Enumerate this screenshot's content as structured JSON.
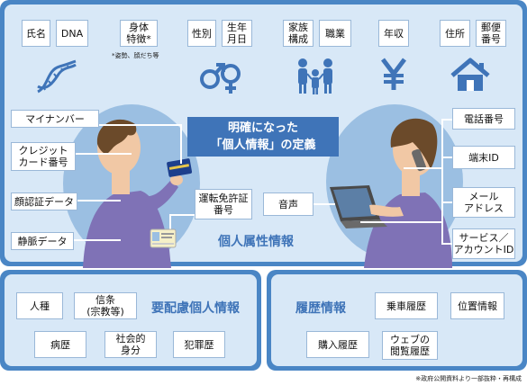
{
  "top_labels": [
    "氏名",
    "DNA",
    "身体\n特徴*",
    "性別",
    "生年\n月日",
    "家族\n構成",
    "職業",
    "年収",
    "住所",
    "郵便\n番号"
  ],
  "top_note": "*姿勢、顔だち等",
  "icons": [
    "dna-icon",
    "gender-icon",
    "family-icon",
    "yen-icon",
    "house-icon"
  ],
  "center_banner": "明確になった\n「個人情報」の定義",
  "left_labels": [
    "マイナンバー",
    "クレジット\nカード番号",
    "顔認証データ",
    "静脈データ"
  ],
  "mid_labels": [
    "運転免許証\n番号",
    "音声"
  ],
  "right_labels": [
    "電話番号",
    "端末ID",
    "メール\nアドレス",
    "サービス／\nアカウントID"
  ],
  "attribute_title": "個人属性情報",
  "sensitive": {
    "title": "要配慮個人情報",
    "items": [
      "人種",
      "信条\n(宗教等)",
      "病歴",
      "社会的\n身分",
      "犯罪歴"
    ]
  },
  "history": {
    "title": "履歴情報",
    "items": [
      "乗車履歴",
      "位置情報",
      "購入履歴",
      "ウェブの\n閲覧履歴"
    ]
  },
  "source_note": "※政府公開資料より一部抜粋・再構成",
  "colors": {
    "panel": "#4a86c5",
    "inner": "#d8e8f7",
    "accent_text": "#3f74b8",
    "circle": "#9bbfe2"
  }
}
